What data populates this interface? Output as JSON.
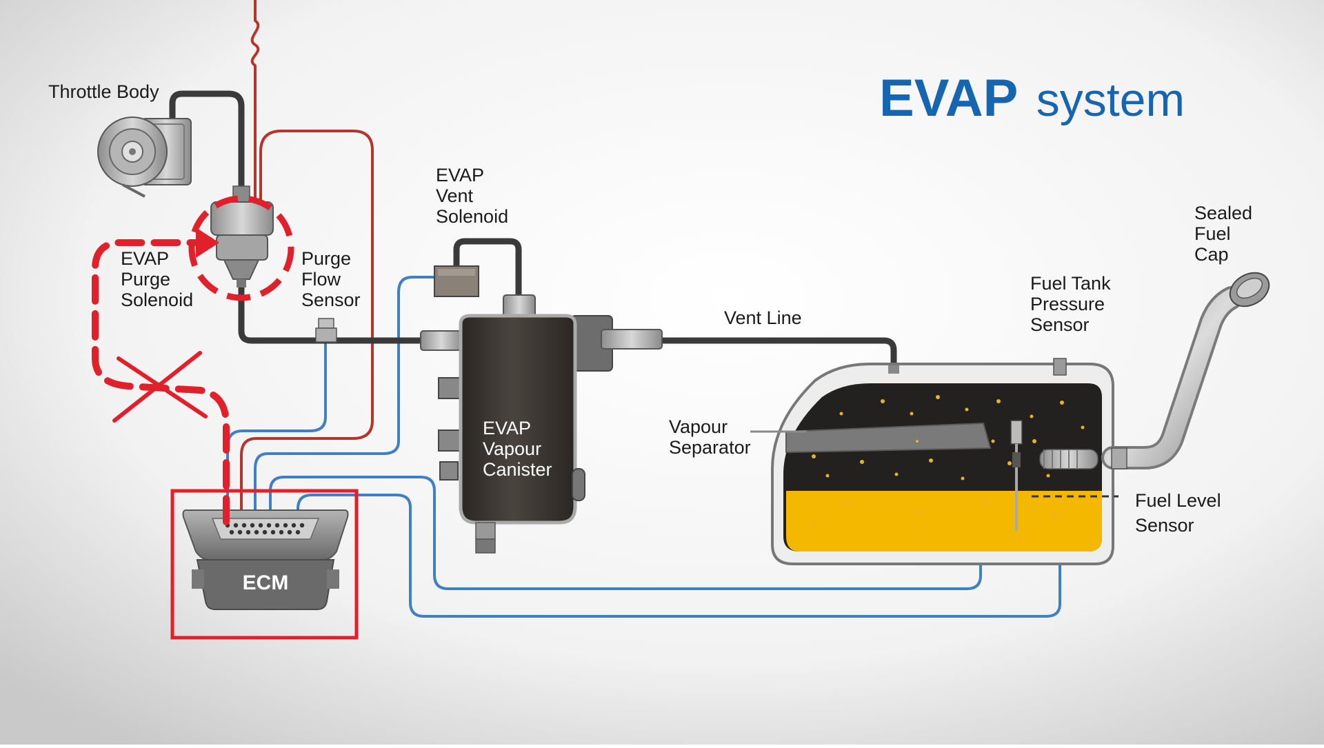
{
  "title": {
    "bold": "EVAP",
    "light": "system"
  },
  "labels": {
    "throttle_body": "Throttle Body",
    "purge_solenoid": [
      "EVAP",
      "Purge",
      "Solenoid"
    ],
    "purge_flow_sensor": [
      "Purge",
      "Flow",
      "Sensor"
    ],
    "vent_solenoid": [
      "EVAP",
      "Vent",
      "Solenoid"
    ],
    "vapour_canister": [
      "EVAP",
      "Vapour",
      "Canister"
    ],
    "vent_line": "Vent Line",
    "vapour_separator": [
      "Vapour",
      "Separator"
    ],
    "fuel_tank_pressure_sensor": [
      "Fuel Tank",
      "Pressure",
      "Sensor"
    ],
    "sealed_fuel_cap": [
      "Sealed",
      "Fuel",
      "Cap"
    ],
    "fuel_level_sensor": [
      "Fuel Level",
      "Sensor"
    ],
    "ecm": "ECM"
  },
  "colors": {
    "title": "#1565b0",
    "vacuum_hose": "#3a3a3a",
    "signal_wire": "#3f7fc4",
    "power_wire": "#b5352a",
    "highlight": "#e0202a",
    "fuel": "#f5b800"
  }
}
